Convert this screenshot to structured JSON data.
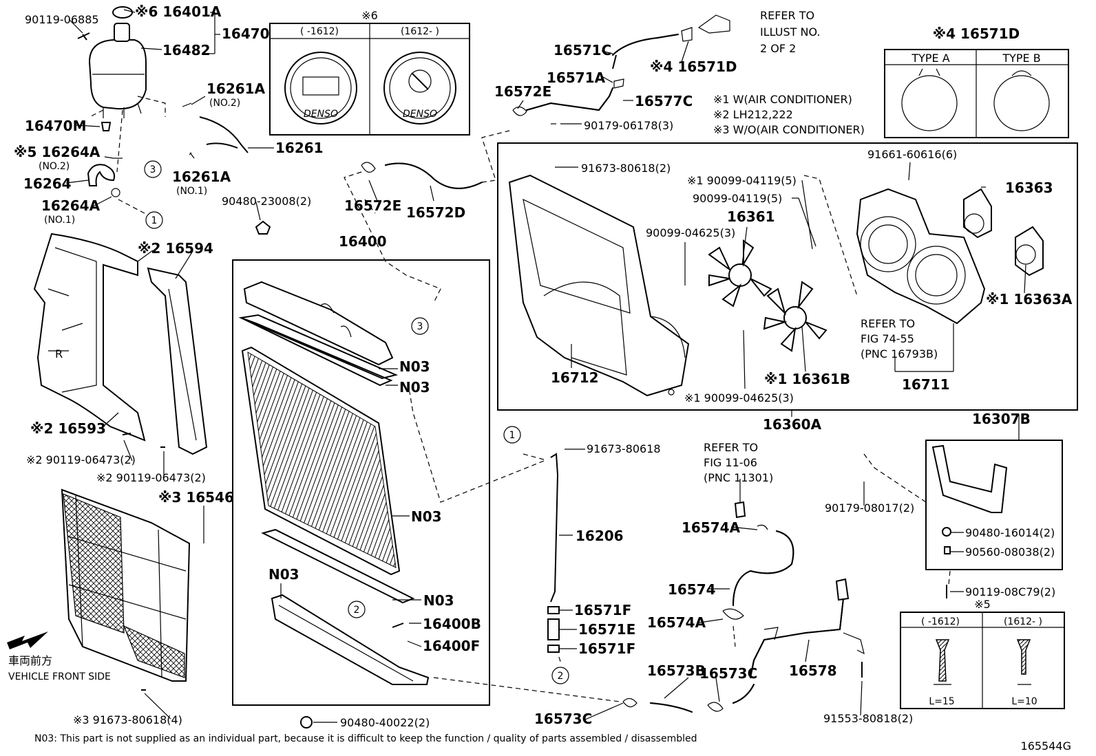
{
  "notes": {
    "footnote": "N03: This part is not supplied as an individual part, because it is difficult to keep the function / quality of parts assembled / disassembled",
    "figure_code": "165544G",
    "front_jp": "車両前方",
    "front_en": "VEHICLE FRONT SIDE",
    "legend1": "※1 W(AIR CONDITIONER)",
    "legend2": "※2 LH212,222",
    "legend3": "※3 W/O(AIR CONDITIONER)",
    "refer1": [
      "REFER TO",
      "ILLUST NO.",
      "2 OF 2"
    ],
    "refer2": [
      "REFER TO",
      "FIG 74-55",
      "(PNC 16793B)"
    ],
    "refer3": [
      "REFER TO",
      "FIG 11-06",
      "(PNC 11301)"
    ]
  },
  "insets": {
    "cap": {
      "title": "※6",
      "col1": "(    -1612)",
      "col2": "(1612-    )",
      "cap_text": "DENSO"
    },
    "clamp": {
      "title": "※4 16571D",
      "col1": "TYPE A",
      "col2": "TYPE B"
    },
    "clip": {
      "title": "※5",
      "col1": "(    -1612)",
      "col2": "(1612-    )",
      "dim1": "L=15",
      "dim2": "L=10"
    }
  },
  "callouts": [
    "1",
    "2",
    "3"
  ],
  "labels": {
    "p90119_06885": "90119-06885",
    "p16401A": "※6 16401A",
    "p16470": "16470",
    "p16482": "16482",
    "p16261A_2": "16261A",
    "no2a": "(NO.2)",
    "p16470M": "16470M",
    "p16264A_2": "※5 16264A",
    "no2b": "(NO.2)",
    "p16261": "16261",
    "p16261A_1": "16261A",
    "no1a": "(NO.1)",
    "p16264": "16264",
    "p16264A_1": "16264A",
    "no1b": "(NO.1)",
    "p90480_23008": "90480-23008(2)",
    "p16400": "16400",
    "p16594": "※2 16594",
    "p16593": "※2 16593",
    "p90119_06473a": "※2 90119-06473(2)",
    "p90119_06473b": "※2 90119-06473(2)",
    "p16546": "※3 16546",
    "p91673_80618_4": "※3 91673-80618(4)",
    "p90480_40022": "90480-40022(2)",
    "n03a": "N03",
    "n03b": "N03",
    "n03c": "N03",
    "n03d": "N03",
    "n03e": "N03",
    "p16400B": "16400B",
    "p16400F": "16400F",
    "p16571C": "16571C",
    "p16571D_top": "※4 16571D",
    "p16571A": "16571A",
    "p16577C": "16577C",
    "p16572E_top": "16572E",
    "p90179_06178": "90179-06178(3)",
    "p16572E": "16572E",
    "p16572D": "16572D",
    "p91673_80618_2": "91673-80618(2)",
    "p90099_04119_s1": "※1 90099-04119(5)",
    "p90099_04119": "90099-04119(5)",
    "p16361": "16361",
    "p90099_04625": "90099-04625(3)",
    "p16712": "16712",
    "p90099_04625_s1": "※1 90099-04625(3)",
    "p16361B": "※1 16361B",
    "p91661_60616": "91661-60616(6)",
    "p16363": "16363",
    "p16363A": "※1 16363A",
    "p16711": "16711",
    "p16360A": "16360A",
    "p91673_80618": "91673-80618",
    "p16206": "16206",
    "p16571F_a": "16571F",
    "p16571E": "16571E",
    "p16571F_b": "16571F",
    "p16574A_a": "16574A",
    "p16574": "16574",
    "p16574A_b": "16574A",
    "p16573B": "16573B",
    "p16573C_a": "16573C",
    "p16573C_b": "16573C",
    "p16578": "16578",
    "p91553_80818": "91553-80818(2)",
    "p16307B": "16307B",
    "p90179_08017": "90179-08017(2)",
    "p90480_16014": "90480-16014(2)",
    "p90560_08038": "90560-08038(2)",
    "p90119_08C79": "90119-08C79(2)"
  }
}
